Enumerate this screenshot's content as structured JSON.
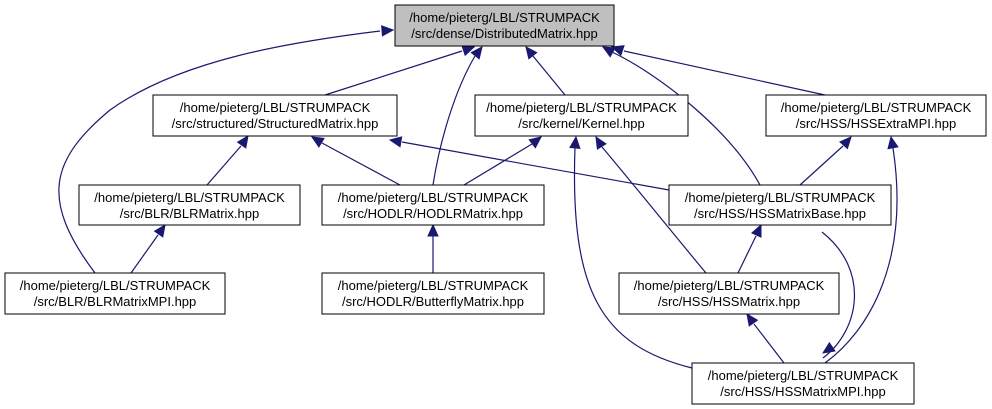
{
  "diagram": {
    "type": "include-dependency-graph",
    "colors": {
      "edge": "#191970",
      "root_fill": "#bfbfbf",
      "node_fill": "#ffffff",
      "border": "#000000"
    },
    "nodes": [
      {
        "id": "distributed",
        "line1": "/home/pieterg/LBL/STRUMPACK",
        "line2": "/src/dense/DistributedMatrix.hpp",
        "root": true
      },
      {
        "id": "structured",
        "line1": "/home/pieterg/LBL/STRUMPACK",
        "line2": "/src/structured/StructuredMatrix.hpp"
      },
      {
        "id": "kernel",
        "line1": "/home/pieterg/LBL/STRUMPACK",
        "line2": "/src/kernel/Kernel.hpp"
      },
      {
        "id": "hssextra",
        "line1": "/home/pieterg/LBL/STRUMPACK",
        "line2": "/src/HSS/HSSExtraMPI.hpp"
      },
      {
        "id": "blr",
        "line1": "/home/pieterg/LBL/STRUMPACK",
        "line2": "/src/BLR/BLRMatrix.hpp"
      },
      {
        "id": "hodlr",
        "line1": "/home/pieterg/LBL/STRUMPACK",
        "line2": "/src/HODLR/HODLRMatrix.hpp"
      },
      {
        "id": "hssbase",
        "line1": "/home/pieterg/LBL/STRUMPACK",
        "line2": "/src/HSS/HSSMatrixBase.hpp"
      },
      {
        "id": "blrmpi",
        "line1": "/home/pieterg/LBL/STRUMPACK",
        "line2": "/src/BLR/BLRMatrixMPI.hpp"
      },
      {
        "id": "butterfly",
        "line1": "/home/pieterg/LBL/STRUMPACK",
        "line2": "/src/HODLR/ButterflyMatrix.hpp"
      },
      {
        "id": "hssmatrix",
        "line1": "/home/pieterg/LBL/STRUMPACK",
        "line2": "/src/HSS/HSSMatrix.hpp"
      },
      {
        "id": "hssmpi",
        "line1": "/home/pieterg/LBL/STRUMPACK",
        "line2": "/src/HSS/HSSMatrixMPI.hpp"
      }
    ],
    "edges": [
      {
        "from": "structured",
        "to": "distributed"
      },
      {
        "from": "hodlr",
        "to": "distributed"
      },
      {
        "from": "kernel",
        "to": "distributed"
      },
      {
        "from": "hssbase",
        "to": "distributed"
      },
      {
        "from": "hssextra",
        "to": "distributed"
      },
      {
        "from": "blrmpi",
        "to": "distributed"
      },
      {
        "from": "blr",
        "to": "structured"
      },
      {
        "from": "hodlr",
        "to": "structured"
      },
      {
        "from": "hssbase",
        "to": "structured"
      },
      {
        "from": "hodlr",
        "to": "kernel"
      },
      {
        "from": "hssmatrix",
        "to": "kernel"
      },
      {
        "from": "hssmpi",
        "to": "kernel"
      },
      {
        "from": "hssbase",
        "to": "hssextra"
      },
      {
        "from": "hssmpi",
        "to": "hssextra"
      },
      {
        "from": "blrmpi",
        "to": "blr"
      },
      {
        "from": "butterfly",
        "to": "hodlr"
      },
      {
        "from": "hssmatrix",
        "to": "hssbase"
      },
      {
        "from": "hssmpi",
        "to": "hssbase"
      },
      {
        "from": "hssmpi",
        "to": "hssmatrix"
      }
    ]
  }
}
